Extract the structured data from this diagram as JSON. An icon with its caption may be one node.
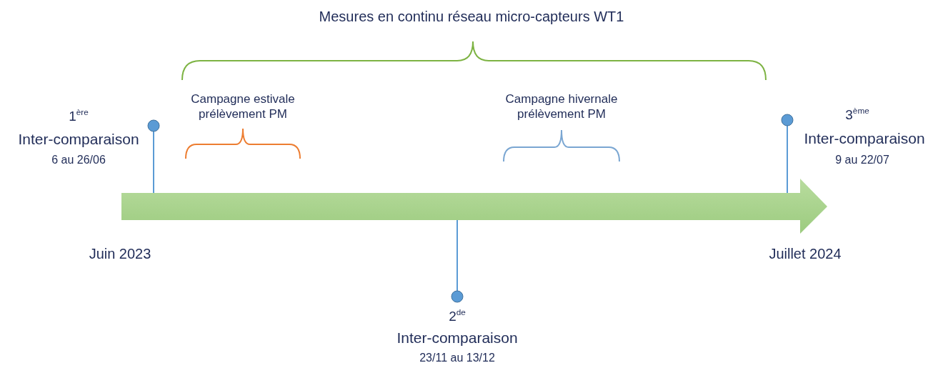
{
  "diagram": {
    "title": "Mesures en continu réseau micro-capteurs WT1",
    "labels": [
      "Campagne estivale prélèvement PM",
      "Campagne hivernale prélèvement PM",
      "1$^{ère}$",
      "Inter-comparaison",
      "6 au 26/06",
      "3$^{ème}$",
      "Inter-comparaison",
      "9 au 22/07",
      "Juin 2023",
      "Juillet 2024",
      "2$^{de}$",
      "Inter-comparaison",
      "23/11 au 13/12"
    ]
  }
}
